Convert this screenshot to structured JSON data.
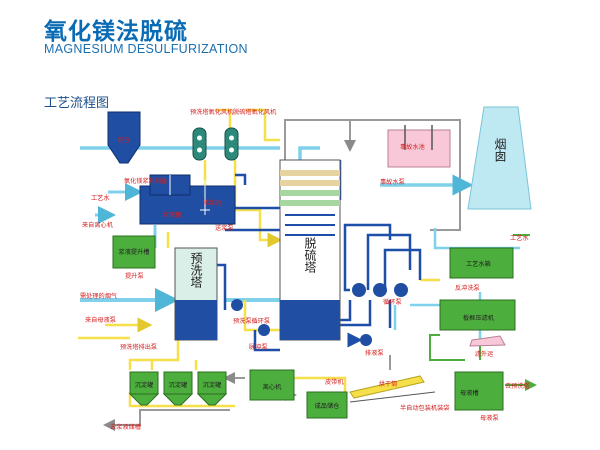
{
  "header": {
    "title_cn": "氧化镁法脱硫",
    "title_en": "MAGNESIUM DESULFURIZATION",
    "section_title": "工艺流程图"
  },
  "labels": {
    "flour_silo": "粉仓",
    "slurry_prep_tank": "氧化镁浆料制备",
    "process_water_1": "工艺水",
    "slurry_tank": "浆液槽",
    "slurry_pool": "稀浆池",
    "delivery_pump": "送浆泵",
    "prewash_blower": "预洗塔氧化风机",
    "desulf_blower": "脱硫塔氧化风机",
    "from_centrifuge": "来自离心机",
    "slurry_lift_tank": "浆液提升槽",
    "lift_pump": "提升泵",
    "prewash_tower": "预洗塔",
    "desulf_tower": "脱硫塔",
    "flue_gas_in": "需处理的烟气",
    "from_mother_tank": "来自母液泵",
    "prewash_cycle_pump": "预洗泵循环泵",
    "prewash_discharge_pump": "预洗塔排出泵",
    "flush_pump": "脉冲泵",
    "circulation_pump": "循环泵",
    "discharge_pump": "排液泵",
    "chimney": "烟囱",
    "accident_tank": "事故水池",
    "accident_pump": "事故水泵",
    "process_water_2": "工艺水",
    "process_water_tank": "工艺水箱",
    "backflush_pump": "反冲洗泵",
    "filter_press": "板框压滤机",
    "filter_residue": "滤外运",
    "mother_liquor_tank": "母液槽",
    "to_prewash": "去预洗塔",
    "mother_liquor_pump": "母液泵",
    "centrifuge": "离心机",
    "settling_tank_1": "沉淀罐",
    "settling_tank_2": "沉淀罐",
    "settling_tank_3": "沉淀罐",
    "belt_conveyor": "皮带机",
    "dryer": "烘干筒",
    "semi_auto_packer": "半自动包装机装袋",
    "to_slurry_storage": "去浆液储槽",
    "finished_bin": "成品储仓"
  },
  "colors": {
    "title_blue": "#0a6bb5",
    "pipe_cyan": "#7fd0ea",
    "pipe_yellow": "#f5e04a",
    "pipe_blue": "#1e4fa8",
    "pipe_gray": "#9a9a9a",
    "tank_green": "#4cae3c",
    "label_red": "#d42020",
    "chimney_cyan": "#bfe9f2",
    "tower_gold": "#d9c27a"
  }
}
